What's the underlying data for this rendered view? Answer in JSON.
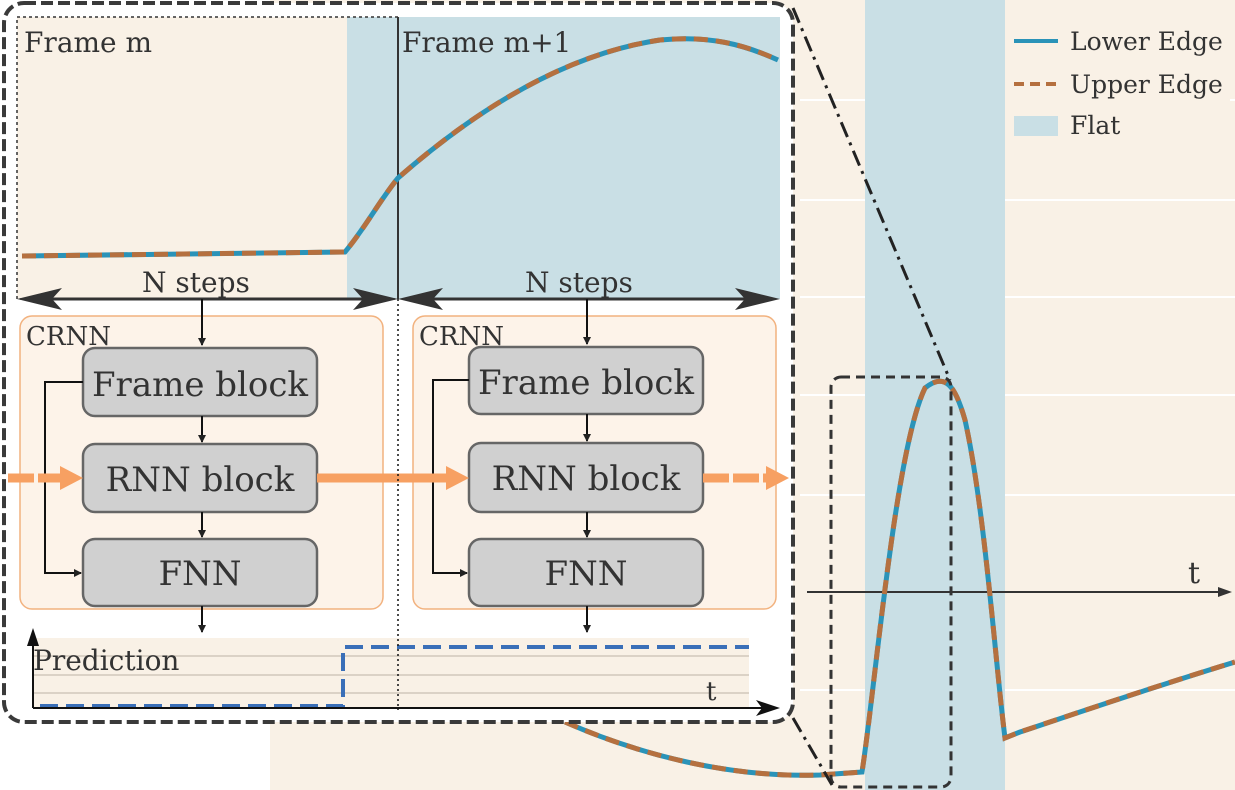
{
  "legend": {
    "items": [
      {
        "label": "Lower Edge",
        "color": "#2a93b8",
        "style": "solid-line"
      },
      {
        "label": "Upper Edge",
        "color": "#b5703f",
        "style": "dashed-line"
      },
      {
        "label": "Flat",
        "color": "#c9dfe5",
        "style": "patch"
      }
    ]
  },
  "colors": {
    "background": "#f9f1e6",
    "flat": "#c9dfe5",
    "lower_edge": "#2a93b8",
    "upper_edge": "#b5703f",
    "orange_arrow": "#f7a062",
    "crnn_border": "#f2b27f",
    "block_fill": "#d0d0d0",
    "prediction": "#3a6fb8"
  },
  "diagram": {
    "frame_m_label": "Frame m",
    "frame_m1_label": "Frame m+1",
    "n_steps_left": "N steps",
    "n_steps_right": "N steps",
    "crnn_left": {
      "title": "CRNN",
      "frame_block": "Frame block",
      "rnn_block": "RNN block",
      "fnn": "FNN"
    },
    "crnn_right": {
      "title": "CRNN",
      "frame_block": "Frame block",
      "rnn_block": "RNN block",
      "fnn": "FNN"
    },
    "prediction_label": "Prediction",
    "prediction_axis_label": "t",
    "main_axis_label": "t"
  }
}
